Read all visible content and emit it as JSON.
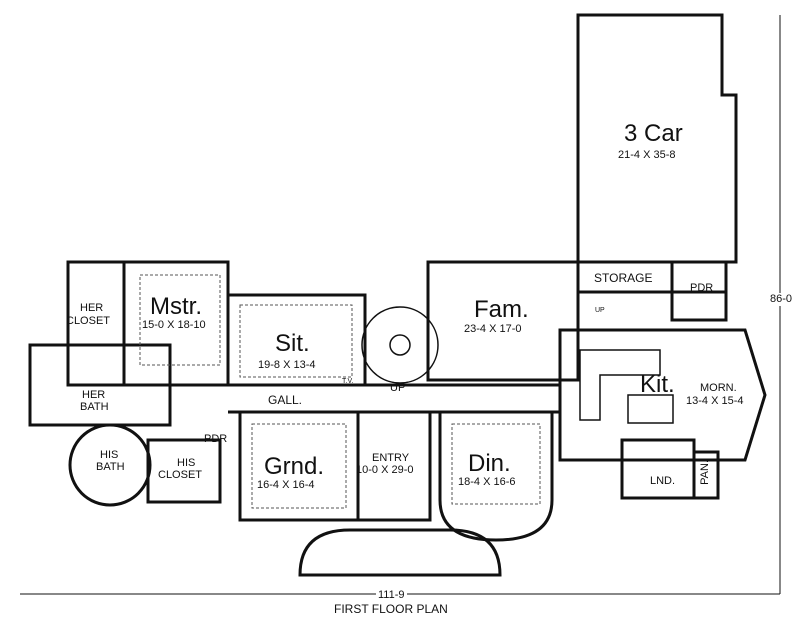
{
  "title": "FIRST FLOOR PLAN",
  "dimensions": {
    "width": "111-9",
    "depth": "86-0"
  },
  "rooms": {
    "garage": {
      "name": "3 Car",
      "size": "21-4  X 35-8"
    },
    "storage": {
      "name": "STORAGE"
    },
    "pdr_right": {
      "name": "PDR"
    },
    "family": {
      "name": "Fam.",
      "size": "23-4  X 17-0"
    },
    "master": {
      "name": "Mstr.",
      "size": "15-0  X 18-10"
    },
    "her_closet": {
      "name_line1": "HER",
      "name_line2": "CLOSET"
    },
    "sitting": {
      "name": "Sit.",
      "size": "19-8 X 13-4"
    },
    "her_bath": {
      "name_line1": "HER",
      "name_line2": "BATH"
    },
    "his_bath": {
      "name_line1": "HIS",
      "name_line2": "BATH"
    },
    "his_closet": {
      "name_line1": "HIS",
      "name_line2": "CLOSET"
    },
    "gallery": {
      "name": "GALL."
    },
    "pdr_left": {
      "name": "PDR"
    },
    "grand": {
      "name": "Grnd.",
      "size": "16-4 X 16-4"
    },
    "entry": {
      "name": "ENTRY",
      "size": "10-0  X 29-0"
    },
    "dining": {
      "name": "Din.",
      "size": "18-4  X 16-6"
    },
    "kitchen": {
      "name": "Kit."
    },
    "morning": {
      "name": "MORN.",
      "size": "13-4  X 15-4"
    },
    "laundry": {
      "name": "LND."
    },
    "pantry": {
      "name": "PAN."
    }
  },
  "annotations": {
    "stair_up_main": "UP",
    "stair_up_rear": "UP",
    "tv": "T.V."
  }
}
